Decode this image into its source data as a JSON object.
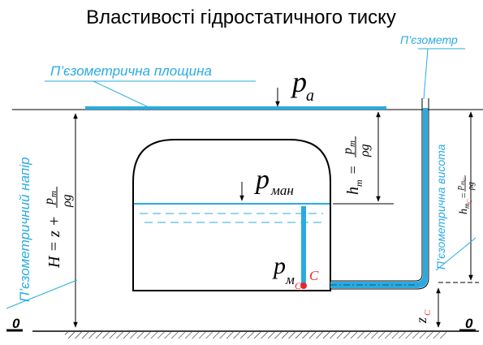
{
  "title": "Властивості гідростатичного тиску",
  "labels": {
    "piezometer": "П’єзометр",
    "piezometric_plane": "П’єзометрична площина",
    "piezometric_head": "П’єзометричний напір",
    "piezometric_height": "П’єзометрична висота",
    "pa_main": "p",
    "pa_sub": "a",
    "pman_main": "p",
    "pman_sub": "ман",
    "pm_main": "p",
    "pm_sub": "м",
    "pm_subsub": "C",
    "point_c": "C",
    "zero_left": "0",
    "zero_right": "0",
    "zc_main": "z",
    "zc_sub": "C"
  },
  "formulas": {
    "hm_lhs": "h",
    "hm_sub": "m",
    "hm_eq": " = ",
    "hm_num_p": "p",
    "hm_num_sub": "m",
    "hm_den": "ρg",
    "H_lhs": "H = z + ",
    "H_num_p": "p",
    "H_num_sub": "m",
    "H_den": "ρg",
    "hmc_lhs": "h",
    "hmc_sub": "m",
    "hmc_subsub": "C",
    "hmc_eq": "=",
    "hmc_num_p": "p",
    "hmc_num_sub": "m",
    "hmc_num_subsub": "C",
    "hmc_den": "ρg"
  },
  "colors": {
    "water": "#29abe2",
    "line": "#000000",
    "point": "#e8262b"
  }
}
